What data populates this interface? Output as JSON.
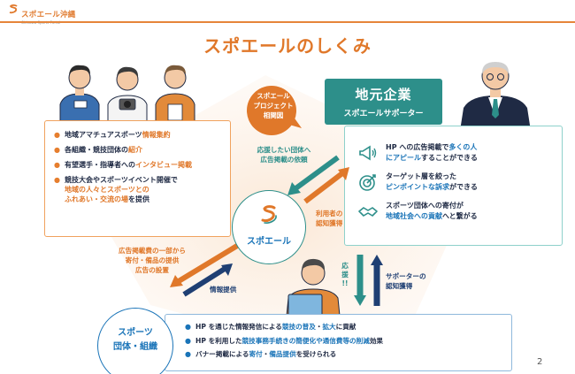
{
  "header": {
    "logo_text": "スポエール沖縄",
    "logo_sub": "Okinawa Sports Portal"
  },
  "title": "スポエールのしくみ",
  "bubble": {
    "line1": "スポエール",
    "line2": "プロジェクト",
    "line3": "相関図"
  },
  "company": {
    "title": "地元企業",
    "subtitle": "スポエールサポーター"
  },
  "left_panel": {
    "items": [
      {
        "pre": "地域アマチュアスポーツ",
        "hl": "情報集約",
        "post": ""
      },
      {
        "pre": "各組織・競技団体の",
        "hl": "紹介",
        "post": ""
      },
      {
        "pre": "有望選手・指導者への",
        "hl": "インタビュー掲載",
        "post": ""
      },
      {
        "line1": "競技大会やスポーツイベント開催で",
        "line2": "地域の人々とスポーツとの",
        "line3": "ふれあい・交流の場",
        "line3_post": "を提供"
      }
    ]
  },
  "right_panel": {
    "items": [
      {
        "pre": "HP への広告掲載で",
        "hl1": "多くの人",
        "hl2": "にアピール",
        "post": "することができる",
        "icon": "megaphone-icon"
      },
      {
        "line1": "ターゲット層を絞った",
        "hl": "ピンポイントな訴求",
        "post": "ができる",
        "icon": "target-icon"
      },
      {
        "line1": "スポーツ団体への寄付が",
        "hl1": "地域社会への",
        "hl2": "貢献",
        "post": "へと繋がる",
        "icon": "handshake-icon"
      }
    ]
  },
  "arrows": {
    "top_left_teal": [
      "応援したい団体へ",
      "広告掲載の依頼"
    ],
    "top_right_orange": [
      "利用者の",
      "認知獲得"
    ],
    "bottom_left_orange": [
      "広告掲載費の一部から",
      "寄付・備品の提供",
      "広告の設置"
    ],
    "bottom_left_navy": "情報提供",
    "right_teal": [
      "応",
      "援",
      "!!"
    ],
    "right_navy": [
      "サポーターの",
      "認知獲得"
    ]
  },
  "center": {
    "label": "スポエール"
  },
  "sports": {
    "line1": "スポーツ",
    "line2": "団体・組織"
  },
  "bottom_panel": {
    "items": [
      {
        "pre": "HP を通じた情報発信による",
        "hl1": "競技の普及",
        "mid": "・",
        "hl2": "拡大",
        "post": "に貢献"
      },
      {
        "pre": "HP を利用した",
        "hl1": "競技事務手続きの簡便化や通信費等の削減",
        "post": "効果"
      },
      {
        "pre": "バナー掲載による",
        "hl1": "寄付",
        "mid": "・",
        "hl2": "備品提供",
        "post": "を受けられる"
      }
    ]
  },
  "page_number": "2",
  "colors": {
    "orange": "#e0782a",
    "teal": "#2d8f8a",
    "blue": "#1a74b8",
    "navy": "#1f3f73"
  }
}
